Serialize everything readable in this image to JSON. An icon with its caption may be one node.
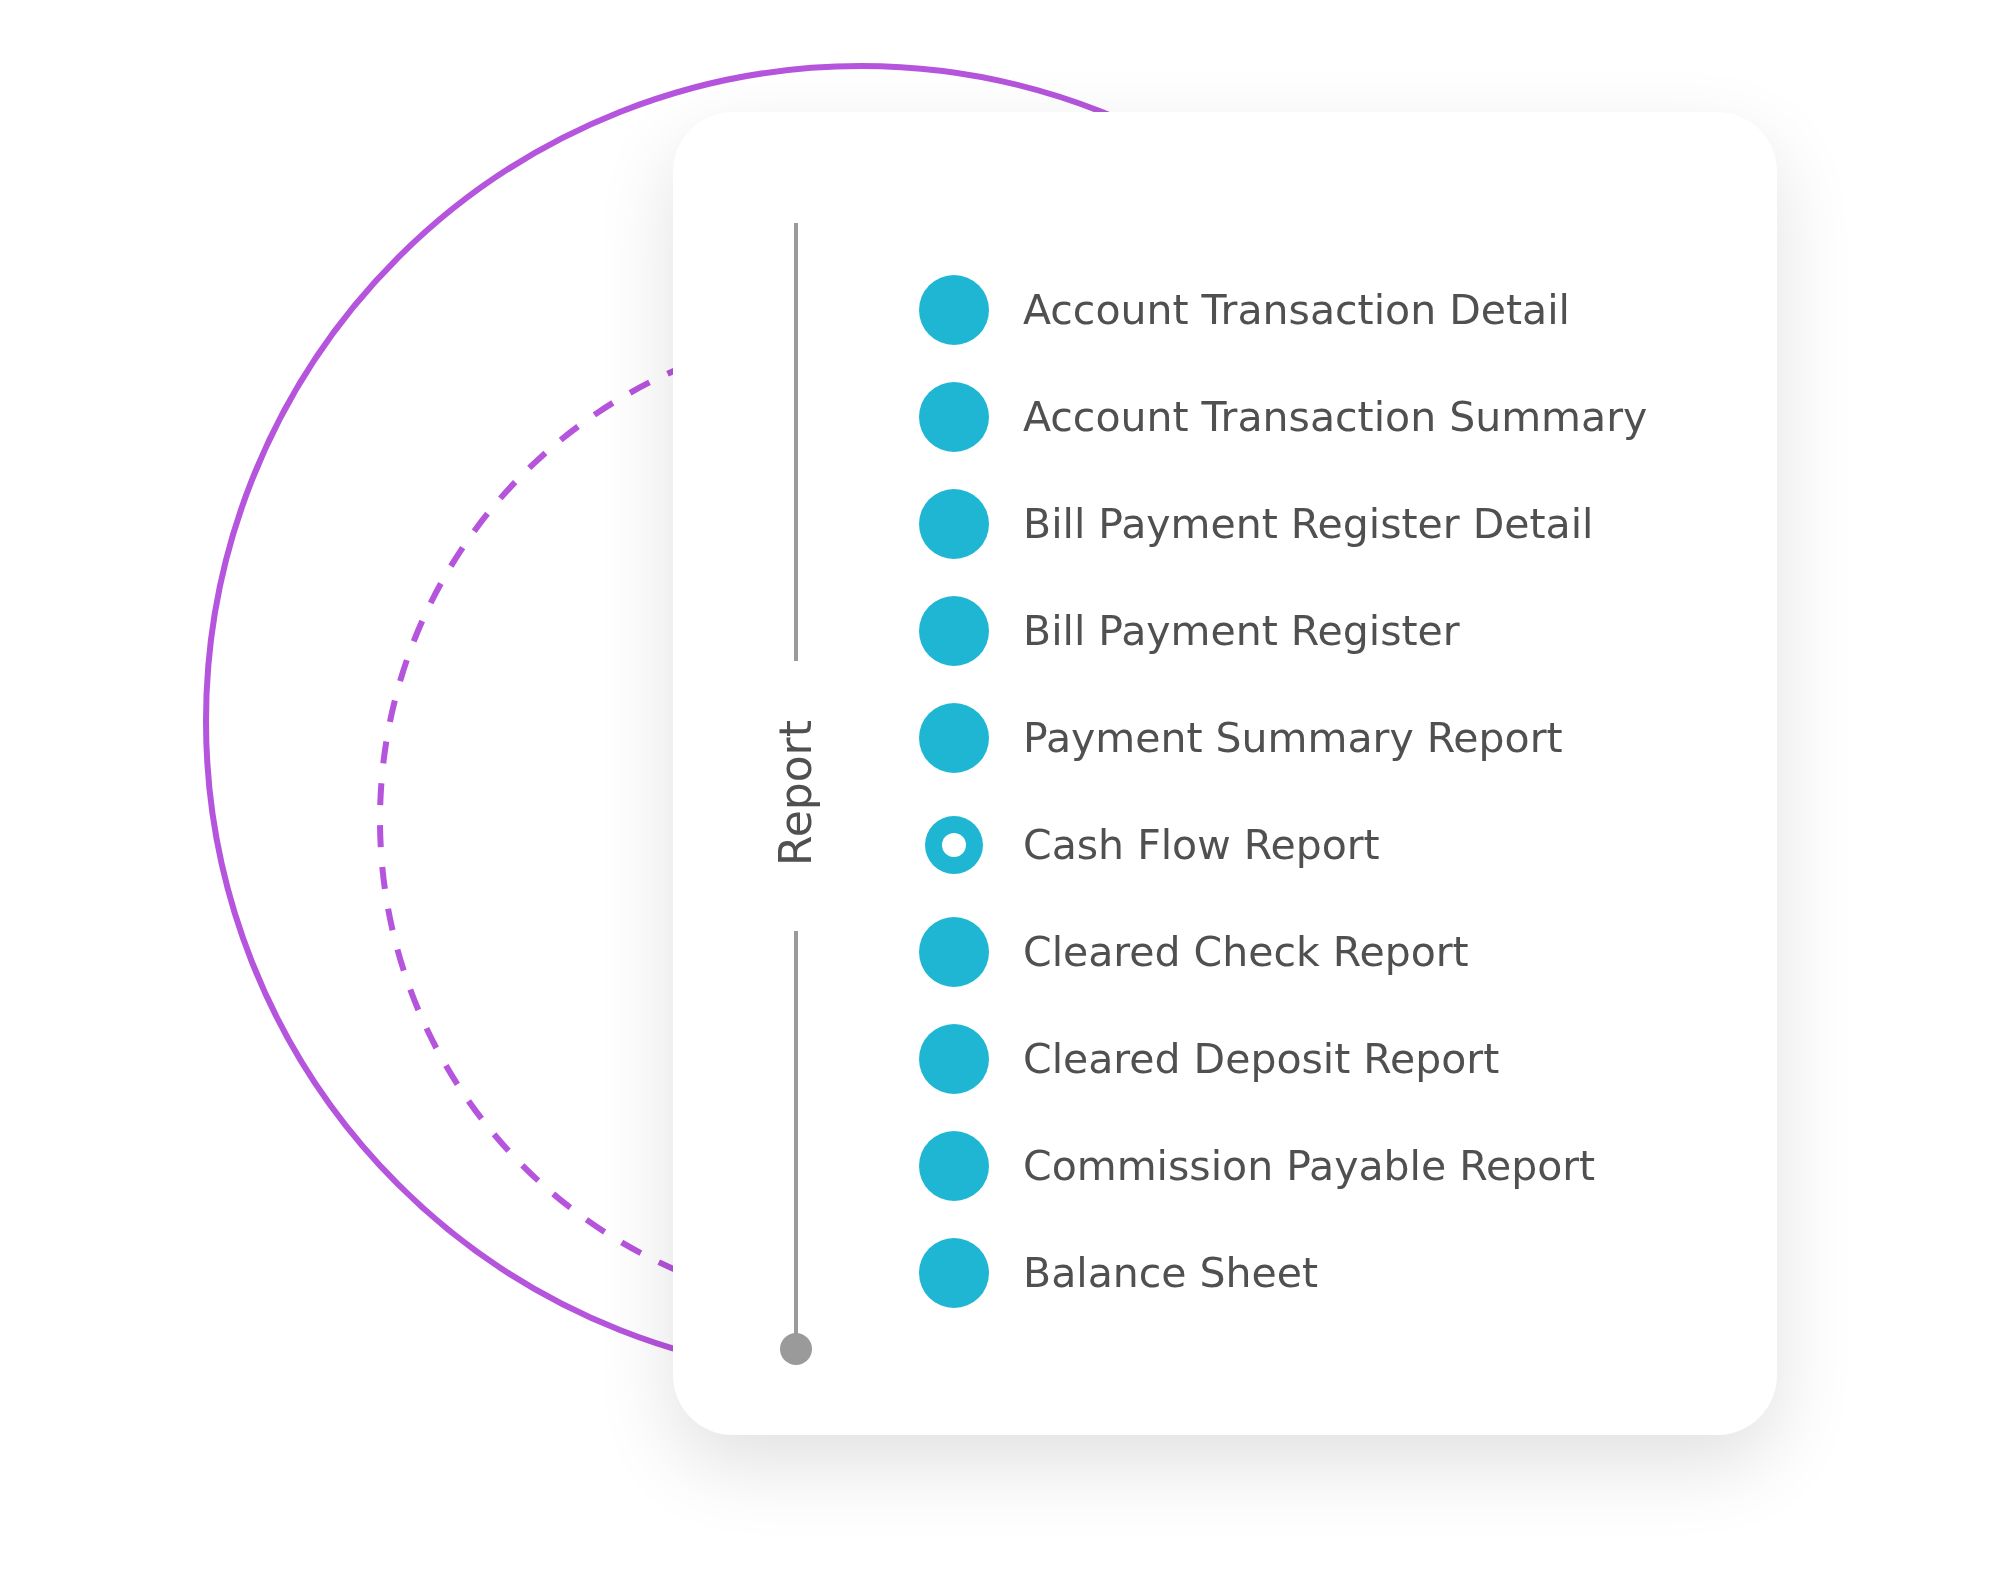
{
  "diagram": {
    "labels": [
      "Report",
      "Account Transaction Detail",
      "Account Transaction Summary",
      "Bill Payment Register Detail",
      "Bill Payment Register",
      "Payment Summary Report",
      "Cash Flow Report",
      "Cleared Check Report",
      "Cleared Deposit Report",
      "Commission Payable Report",
      "Balance Sheet"
    ]
  }
}
